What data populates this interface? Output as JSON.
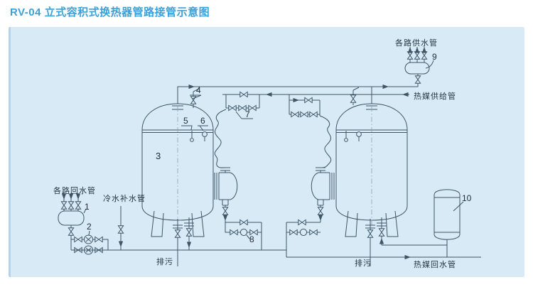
{
  "title": "RV-04 立式容积式换热器管路接管示意图",
  "labels": {
    "supply_header": "各路供水管",
    "heat_supply": "热媒供给管",
    "return_header": "各路回水管",
    "cold_makeup": "冷水补水管",
    "blowdown_left": "排污",
    "blowdown_right": "排污",
    "heat_return": "热媒回水管"
  },
  "numbers": {
    "n1": "1",
    "n2": "2",
    "n3": "3",
    "n4": "4",
    "n5": "5",
    "n6": "6",
    "n7": "7",
    "n8": "8",
    "n9": "9",
    "n10": "10"
  },
  "colors": {
    "accent": "#3aa0d8",
    "panel_bg": "#d9eaf7",
    "line": "#3d5564"
  }
}
